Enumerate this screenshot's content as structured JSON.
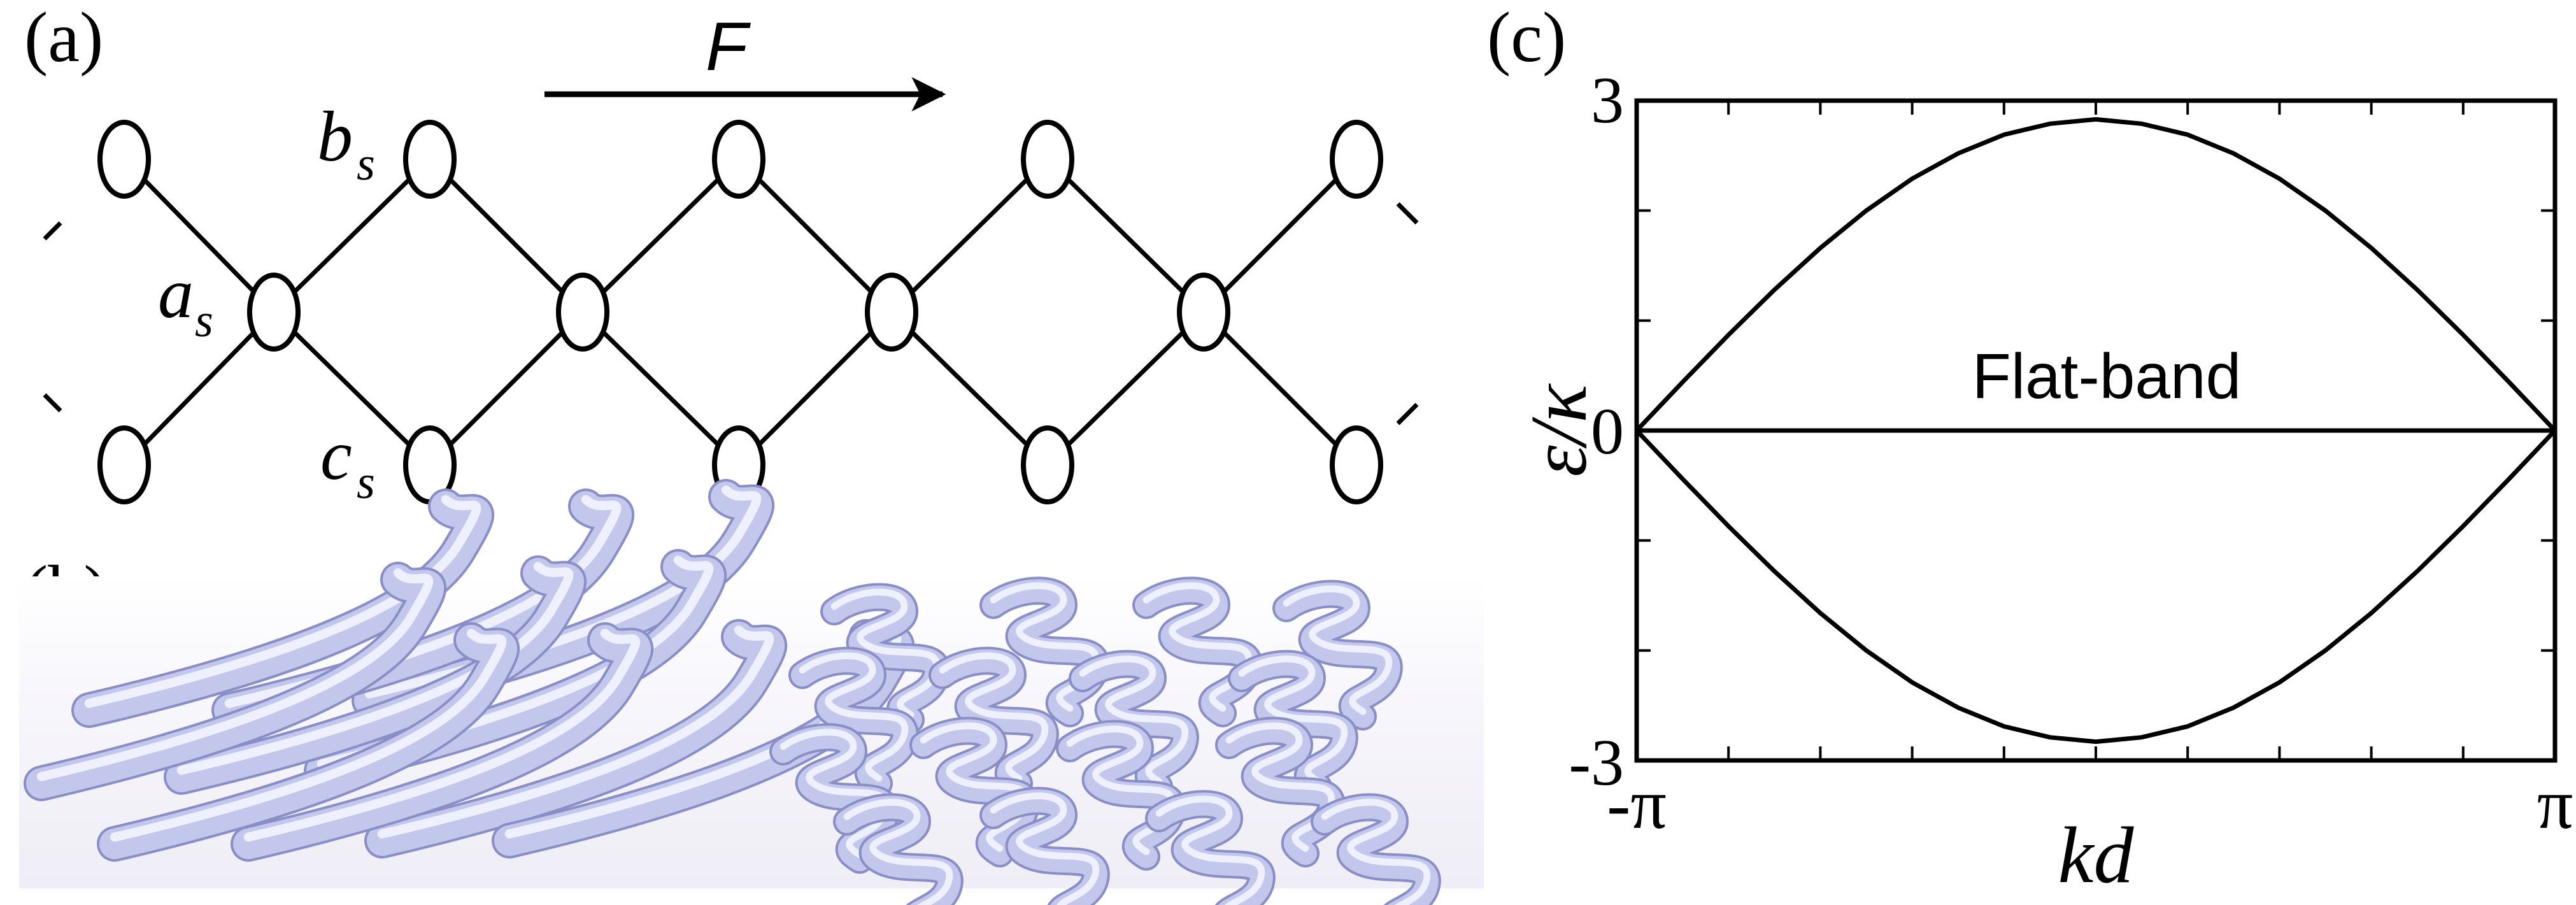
{
  "panel_a": {
    "label": "(a)",
    "force_label": "F",
    "site_a": "a",
    "site_b": "b",
    "site_c": "c",
    "subscript": "s"
  },
  "panel_b": {
    "label": "(b)"
  },
  "panel_c": {
    "label": "(c)",
    "flat_band_label": "Flat-band",
    "xlabel": "kd",
    "ylabel": "ε/κ",
    "x_tick_left": "-π",
    "x_tick_right": "π",
    "y_tick_top": "3",
    "y_tick_mid": "0",
    "y_tick_bottom": "-3"
  },
  "chart_data": {
    "type": "line",
    "xlabel": "kd",
    "ylabel": "ε/κ",
    "xlim": [
      "-π",
      "π"
    ],
    "ylim": [
      -3,
      3
    ],
    "x": [
      -3.1416,
      -2.8274,
      -2.5133,
      -2.1991,
      -1.885,
      -1.5708,
      -1.2566,
      -0.9425,
      -0.6283,
      -0.3142,
      0,
      0.3142,
      0.6283,
      0.9425,
      1.2566,
      1.5708,
      1.885,
      2.1991,
      2.5133,
      2.8274,
      3.1416
    ],
    "series": [
      {
        "values": [
          0,
          0.44,
          0.87,
          1.28,
          1.66,
          2.0,
          2.29,
          2.52,
          2.69,
          2.79,
          2.83,
          2.79,
          2.69,
          2.52,
          2.29,
          2.0,
          1.66,
          1.28,
          0.87,
          0.44,
          0
        ]
      },
      {
        "values": [
          0,
          0,
          0,
          0,
          0,
          0,
          0,
          0,
          0,
          0,
          0,
          0,
          0,
          0,
          0,
          0,
          0,
          0,
          0,
          0,
          0
        ]
      },
      {
        "values": [
          0,
          -0.44,
          -0.87,
          -1.28,
          -1.66,
          -2.0,
          -2.29,
          -2.52,
          -2.69,
          -2.79,
          -2.83,
          -2.79,
          -2.69,
          -2.52,
          -2.29,
          -2.0,
          -1.66,
          -1.28,
          -0.87,
          -0.44,
          0
        ]
      }
    ]
  }
}
